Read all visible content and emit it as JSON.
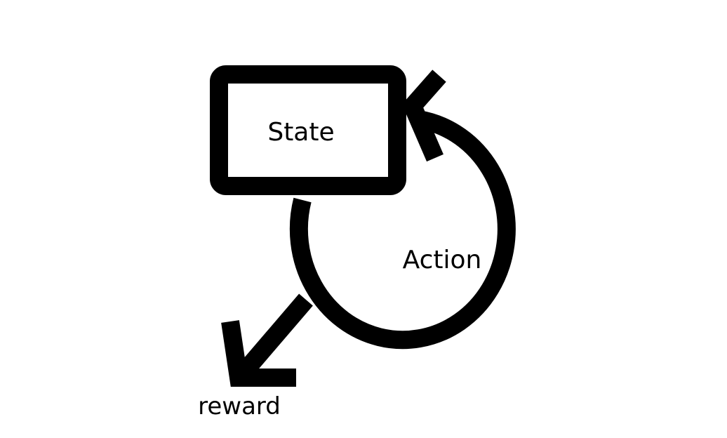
{
  "diagram": {
    "state_label": "State",
    "action_label": "Action",
    "reward_label": "reward"
  },
  "colors": {
    "stroke": "#000000",
    "background": "#ffffff"
  }
}
